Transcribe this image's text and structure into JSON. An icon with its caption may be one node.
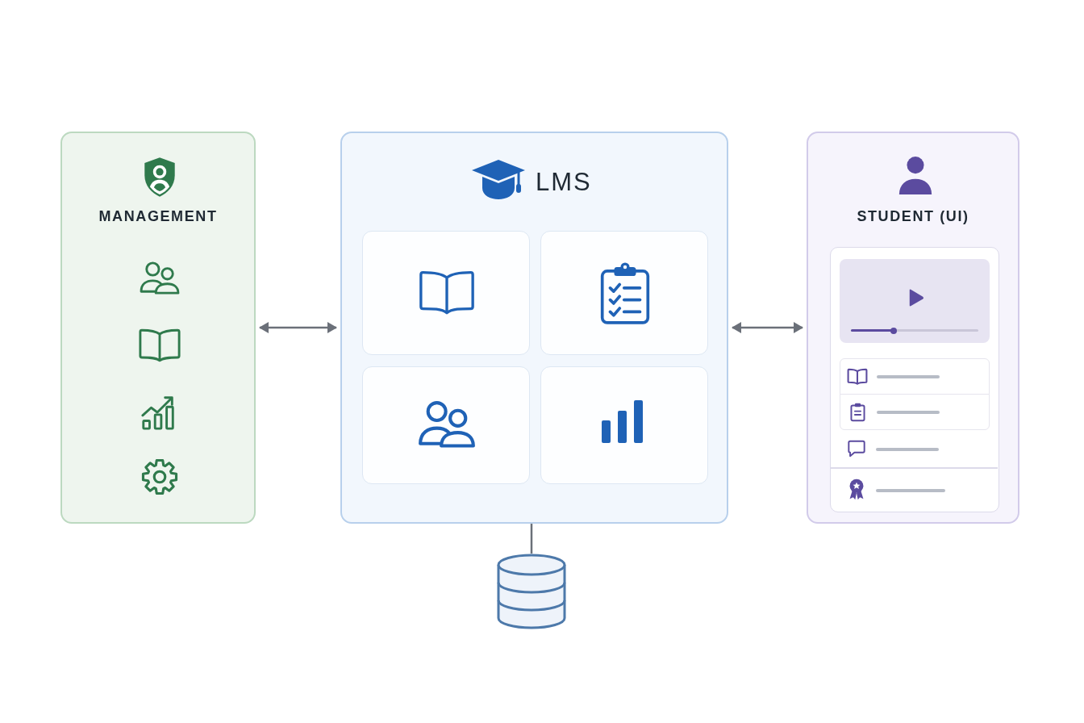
{
  "diagram": {
    "nodes": [
      {
        "text": [
          "MANAGEMENT"
        ]
      },
      {
        "text": [
          "LMS"
        ]
      },
      {
        "text": [
          "STUDENT (UI)"
        ]
      },
      {
        "text": [],
        "shape": "cylinder"
      }
    ],
    "edges": [
      {
        "from": 0,
        "to": 1,
        "arrow": "both"
      },
      {
        "from": 1,
        "to": 2,
        "arrow": "both"
      },
      {
        "from": 1,
        "to": 3,
        "arrow": "none"
      }
    ]
  }
}
